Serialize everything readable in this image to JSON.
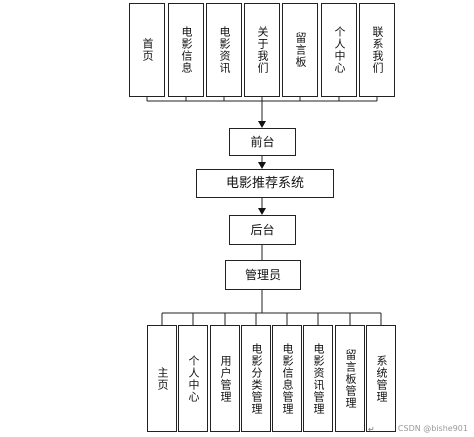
{
  "diagram": {
    "top_items": [
      "首页",
      "电影信息",
      "电影资讯",
      "关于我们",
      "留言板",
      "个人中心",
      "联系我们"
    ],
    "frontend_label": "前台",
    "system_label": "电影推荐系统",
    "backend_label": "后台",
    "admin_label": "管理员",
    "bottom_items": [
      "主页",
      "个人中心",
      "用户管理",
      "电影分类管理",
      "电影信息管理",
      "电影资讯管理",
      "留言板管理",
      "系统管理"
    ]
  },
  "watermark": "CSDN @bishe901",
  "corner_mark": "↵"
}
